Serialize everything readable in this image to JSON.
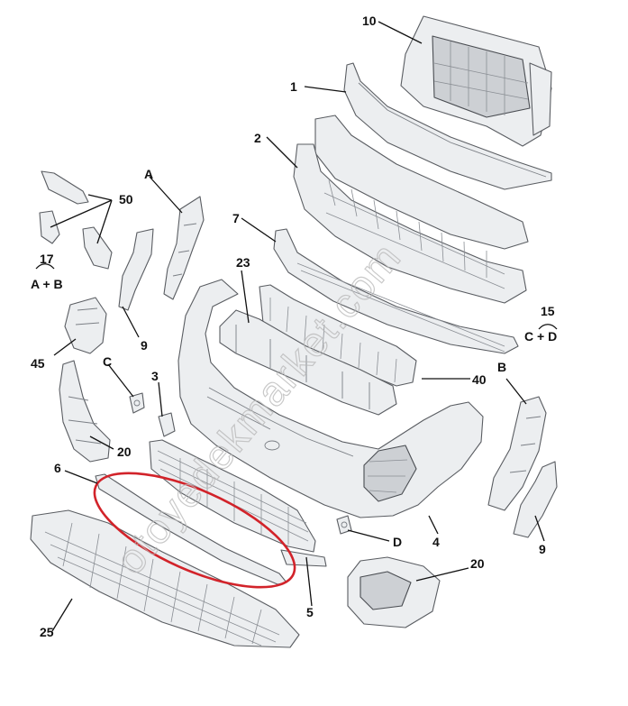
{
  "callouts": {
    "c1": "1",
    "c2": "2",
    "c3": "3",
    "c4": "4",
    "c5": "5",
    "c7": "7",
    "c9a": "9",
    "c9b": "9",
    "c10": "10",
    "c20a": "20",
    "c20b": "20",
    "c23": "23",
    "c25": "25",
    "c40": "40",
    "c45": "45",
    "c50": "50",
    "c6": "6",
    "cA": "A",
    "cB": "B",
    "cC": "C",
    "cD": "D",
    "c15_num": "15",
    "c15_sub": "C + D",
    "c17_num": "17",
    "c17_sub": "A + B"
  },
  "watermark": "otoyedekmarket.com",
  "colors": {
    "highlight": "#d2232a",
    "line": "#111111",
    "part": "#eceef0"
  }
}
